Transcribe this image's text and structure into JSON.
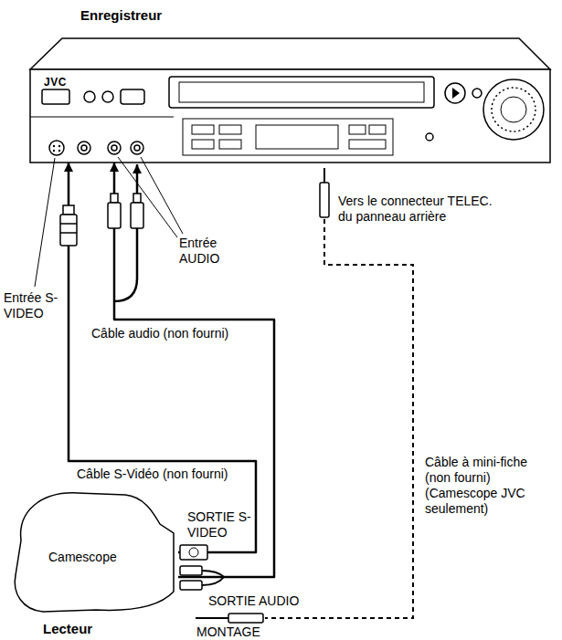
{
  "diagram": {
    "nodes": [
      {
        "text": [
          "Enregistreur"
        ]
      },
      {
        "text": [
          "Camescope",
          "Lecteur"
        ]
      }
    ],
    "edges": [
      {
        "from": 1,
        "to": 0,
        "arrow": "to",
        "label": "Câble S-Vidéo (non fourni)"
      },
      {
        "from": 1,
        "to": 0,
        "arrow": "to",
        "label": "Câble audio (non fourni)"
      }
    ],
    "labels": [
      "JVC",
      "Entrée S-VIDEO",
      "Entrée AUDIO",
      "Vers le connecteur TELEC. du panneau arrière",
      "Câble à mini-fiche (non fourni) (Camescope JVC seulement)",
      "SORTIE S-VIDEO",
      "SORTIE AUDIO",
      "MONTAGE"
    ]
  }
}
